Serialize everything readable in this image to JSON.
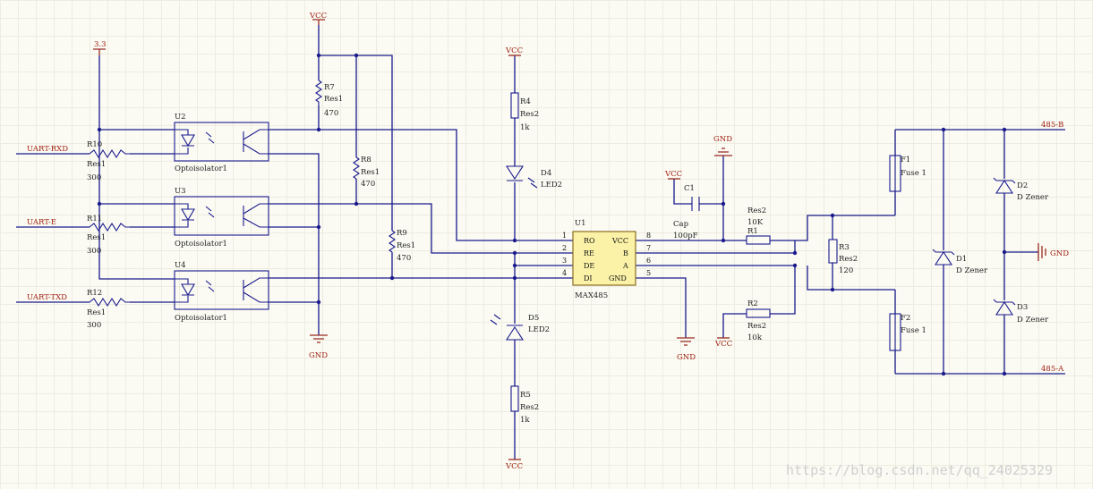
{
  "nets": {
    "vcc": "VCC",
    "v33": "3.3",
    "gnd": "GND",
    "uart_rxd": "UART-RXD",
    "uart_e": "UART-E",
    "uart_txd": "UART-TXD",
    "b485": "485-B",
    "a485": "485-A"
  },
  "resistors": {
    "r10": {
      "ref": "R10",
      "type": "Res1",
      "value": "300"
    },
    "r11": {
      "ref": "R11",
      "type": "Res1",
      "value": "300"
    },
    "r12": {
      "ref": "R12",
      "type": "Res1",
      "value": "300"
    },
    "r7": {
      "ref": "R7",
      "type": "Res1",
      "value": "470"
    },
    "r8": {
      "ref": "R8",
      "type": "Res1",
      "value": "470"
    },
    "r9": {
      "ref": "R9",
      "type": "Res1",
      "value": "470"
    },
    "r4": {
      "ref": "R4",
      "type": "Res2",
      "value": "1k"
    },
    "r5": {
      "ref": "R5",
      "type": "Res2",
      "value": "1k"
    },
    "r1": {
      "ref": "R1",
      "type": "Res2",
      "value": "10K"
    },
    "r2": {
      "ref": "R2",
      "type": "Res2",
      "value": "10k"
    },
    "r3": {
      "ref": "R3",
      "type": "Res2",
      "value": "120"
    }
  },
  "opto": {
    "u2": {
      "ref": "U2",
      "type": "Optoisolator1"
    },
    "u3": {
      "ref": "U3",
      "type": "Optoisolator1"
    },
    "u4": {
      "ref": "U4",
      "type": "Optoisolator1"
    }
  },
  "leds": {
    "d4": {
      "ref": "D4",
      "type": "LED2"
    },
    "d5": {
      "ref": "D5",
      "type": "LED2"
    }
  },
  "cap": {
    "ref": "C1",
    "type": "Cap",
    "value": "100pF"
  },
  "fuses": {
    "f1": {
      "ref": "F1",
      "type": "Fuse 1"
    },
    "f2": {
      "ref": "F2",
      "type": "Fuse 1"
    }
  },
  "zeners": {
    "d1": {
      "ref": "D1",
      "type": "D Zener"
    },
    "d2": {
      "ref": "D2",
      "type": "D Zener"
    },
    "d3": {
      "ref": "D3",
      "type": "D Zener"
    }
  },
  "ic": {
    "ref": "U1",
    "name": "MAX485",
    "left_pins": [
      {
        "num": "1",
        "name": "RO"
      },
      {
        "num": "2",
        "name": "RE"
      },
      {
        "num": "3",
        "name": "DE"
      },
      {
        "num": "4",
        "name": "DI"
      }
    ],
    "right_pins": [
      {
        "num": "8",
        "name": "VCC"
      },
      {
        "num": "7",
        "name": "B"
      },
      {
        "num": "6",
        "name": "A"
      },
      {
        "num": "5",
        "name": "GND"
      }
    ]
  },
  "watermark": "https://blog.csdn.net/qq_24025329"
}
